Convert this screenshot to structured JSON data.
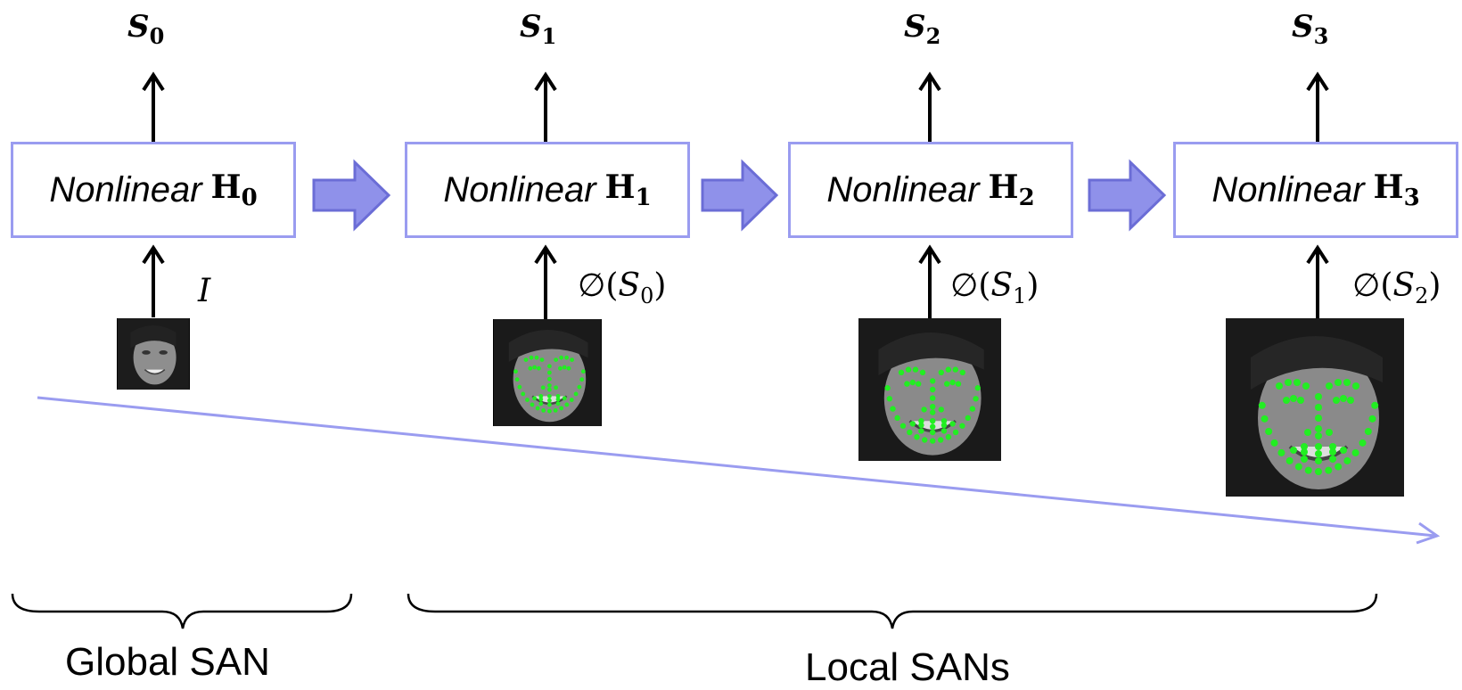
{
  "stages": [
    {
      "box_prefix": "Nonlinear",
      "box_symbol": "H",
      "box_index": "0",
      "output_symbol": "S",
      "output_index": "0",
      "input_symbol": "I",
      "input_arg_index": "",
      "has_landmarks": false
    },
    {
      "box_prefix": "Nonlinear",
      "box_symbol": "H",
      "box_index": "1",
      "output_symbol": "S",
      "output_index": "1",
      "input_prefix": "∅(",
      "input_symbol": "S",
      "input_arg_index": "0",
      "input_suffix": ")",
      "has_landmarks": true
    },
    {
      "box_prefix": "Nonlinear",
      "box_symbol": "H",
      "box_index": "2",
      "output_symbol": "S",
      "output_index": "2",
      "input_prefix": "∅(",
      "input_symbol": "S",
      "input_arg_index": "1",
      "input_suffix": ")",
      "has_landmarks": true
    },
    {
      "box_prefix": "Nonlinear",
      "box_symbol": "H",
      "box_index": "3",
      "output_symbol": "S",
      "output_index": "3",
      "input_prefix": "∅(",
      "input_symbol": "S",
      "input_arg_index": "2",
      "input_suffix": ")",
      "has_landmarks": true
    }
  ],
  "groups": {
    "global_label": "Global SAN",
    "local_label": "Local SANs"
  },
  "colors": {
    "box_border": "#9a9cf0",
    "flow_arrow_fill": "#8f91ea",
    "flow_arrow_stroke": "#6b6dd6",
    "trend_arrow": "#9a9cf0",
    "landmark": "#22ee22",
    "arrow": "#000000"
  },
  "icons": {
    "flow_arrow": "block-right-arrow-icon",
    "trend_arrow": "long-diagonal-arrow-icon"
  }
}
